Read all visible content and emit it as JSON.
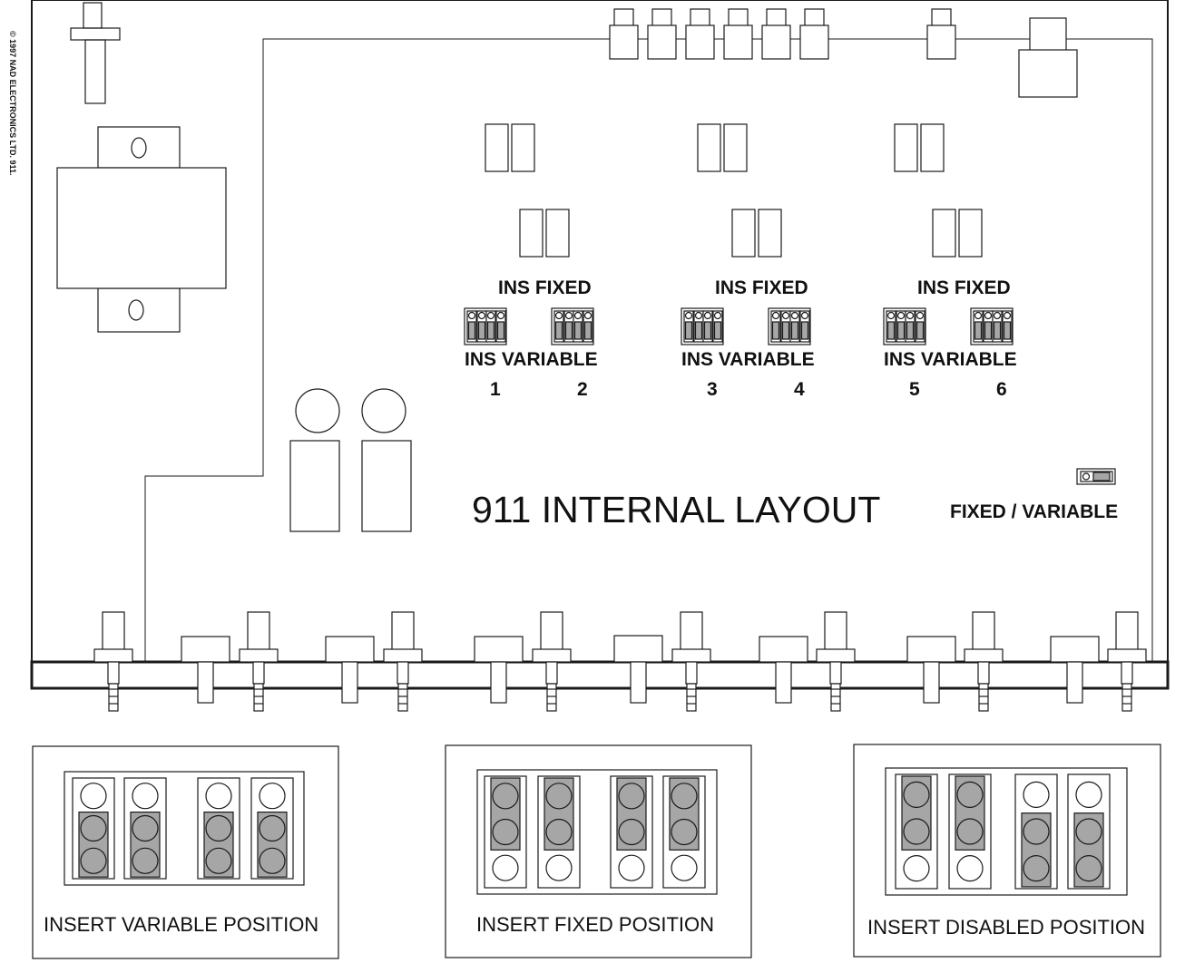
{
  "copyright": "© 1997 NAD ELECTRONICS LTD. 911.",
  "title": "911 INTERNAL LAYOUT",
  "switch_label": "FIXED /  VARIABLE",
  "channel_groups": [
    {
      "fixed_label": "INS FIXED",
      "variable_label": "INS VARIABLE",
      "channels": [
        "1",
        "2"
      ]
    },
    {
      "fixed_label": "INS FIXED",
      "variable_label": "INS VARIABLE",
      "channels": [
        "3",
        "4"
      ]
    },
    {
      "fixed_label": "INS FIXED",
      "variable_label": "INS VARIABLE",
      "channels": [
        "5",
        "6"
      ]
    }
  ],
  "insert_panels": [
    {
      "caption": "INSERT VARIABLE POSITION"
    },
    {
      "caption": "INSERT FIXED POSITION"
    },
    {
      "caption": "INSERT DISABLED POSITION"
    }
  ],
  "colors": {
    "line": "#1a1a1a",
    "jumper_fill": "#a6a6a6",
    "background": "#ffffff"
  }
}
